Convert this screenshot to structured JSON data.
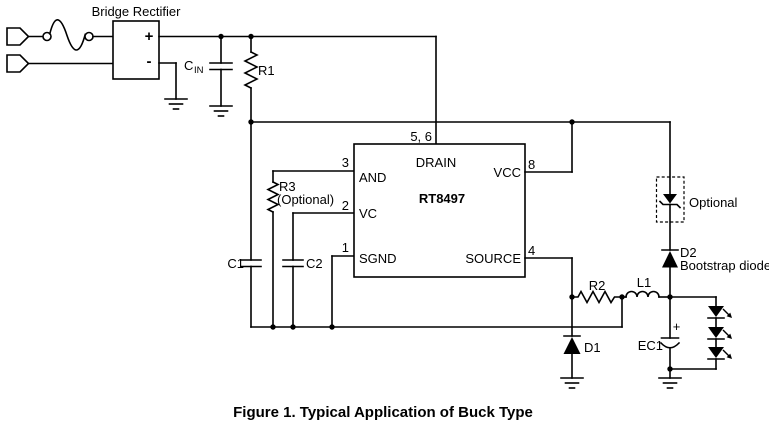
{
  "schematic": {
    "caption": "Figure 1. Typical Application of Buck Type",
    "bridge": {
      "label": "Bridge Rectifier",
      "plus": "+",
      "minus": "-"
    },
    "components": {
      "cin": {
        "main": "C",
        "sub": "IN"
      },
      "r1": "R1",
      "c1": "C1",
      "c2": "C2",
      "r3": {
        "ref": "R3",
        "note": "(Optional)"
      },
      "r2": "R2",
      "l1": "L1",
      "d1": "D1",
      "d2": {
        "ref": "D2",
        "desc": "Bootstrap diode"
      },
      "ec1": {
        "ref": "EC1",
        "polarity": "+"
      },
      "zener": {
        "note": "Optional"
      }
    },
    "ic": {
      "part": "RT8497",
      "pins": {
        "drain": {
          "num": "5, 6",
          "name": "DRAIN"
        },
        "and": {
          "num": "3",
          "name": "AND"
        },
        "vc": {
          "num": "2",
          "name": "VC"
        },
        "sgnd": {
          "num": "1",
          "name": "SGND"
        },
        "vcc": {
          "num": "8",
          "name": "VCC"
        },
        "source": {
          "num": "4",
          "name": "SOURCE"
        }
      }
    },
    "colors": {
      "line": "#000000",
      "background": "#ffffff"
    }
  }
}
